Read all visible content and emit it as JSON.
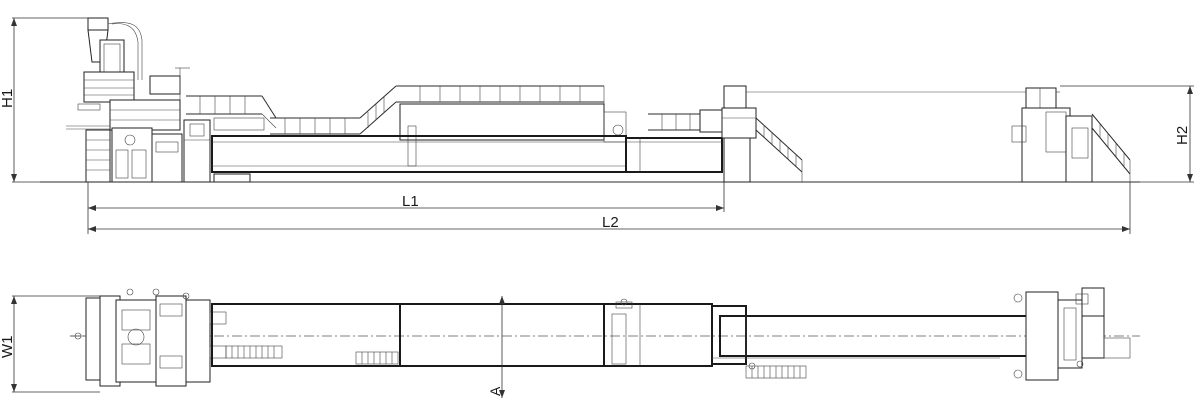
{
  "dimensions": {
    "height_overall": "H1",
    "height_end": "H2",
    "length_main": "L1",
    "length_total": "L2",
    "width": "W1",
    "section": "A"
  },
  "colors": {
    "line": "#2b2b2b",
    "background": "#ffffff"
  }
}
